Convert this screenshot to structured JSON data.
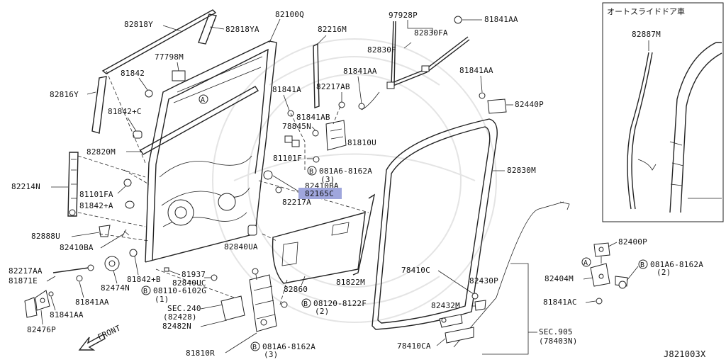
{
  "inset": {
    "title": "オートスライドドア車",
    "part": "82887M"
  },
  "labels": {
    "p82818Y": "82818Y",
    "p82818YA": "82818YA",
    "p82100Q": "82100Q",
    "p82216M": "82216M",
    "p97928P": "97928P",
    "p82830FA": "82830FA",
    "p82830F": "82830F",
    "p81841AA_top": "81841AA",
    "p77798M": "77798M",
    "p81842": "81842",
    "p82816Y": "82816Y",
    "p81842C": "81842+C",
    "p81841A": "81841A",
    "p82217AB": "82217AB",
    "p81841AA_mid": "81841AA",
    "p81841AA_right": "81841AA",
    "p82440P": "82440P",
    "p81841AB": "81841AB",
    "p78845N": "78845N",
    "p81810U": "81810U",
    "p82820M": "82820M",
    "p81101F": "81101F",
    "p081A6_a": "081A6-8162A",
    "p081A6_a_qty": "(3)",
    "p82830M": "82830M",
    "p82214N": "82214N",
    "p81101FA": "81101FA",
    "p82410BA_top": "82410BA",
    "p82165C": "82165C",
    "p82217A": "82217A",
    "p81842A": "81842+A",
    "p82888U": "82888U",
    "p82410BA": "82410BA",
    "p82840UA": "82840UA",
    "p82400P": "82400P",
    "p081A6_b": "081A6-8162A",
    "p081A6_b_qty": "(2)",
    "p82217AA": "82217AA",
    "p81871E": "81871E",
    "p82474N": "82474N",
    "p81842B": "81842+B",
    "p81937": "81937",
    "p82840UC": "82840UC",
    "p08110": "08110-6102G",
    "p08110_qty": "(1)",
    "p82860": "82860",
    "p81822M": "81822M",
    "p78410C": "78410C",
    "p82430P": "82430P",
    "p82404M": "82404M",
    "p81841AA_low1": "81841AA",
    "p81841AA_low2": "81841AA",
    "p82476P": "82476P",
    "sec240": "SEC.240",
    "sec240_ref": "(82428)",
    "p82482N": "82482N",
    "p08120": "08120-8122F",
    "p08120_qty": "(2)",
    "p82432M": "82432M",
    "p81841AC": "81841AC",
    "p81810R": "81810R",
    "p081A6_c": "081A6-8162A",
    "p081A6_c_qty": "(3)",
    "p78410CA": "78410CA",
    "sec905": "SEC.905",
    "sec905_ref": "(78403N)",
    "front": "FRONT",
    "code": "J821003X",
    "callout_a": "A",
    "bolt_b": "B"
  },
  "highlight_color": "#9fa6dc"
}
